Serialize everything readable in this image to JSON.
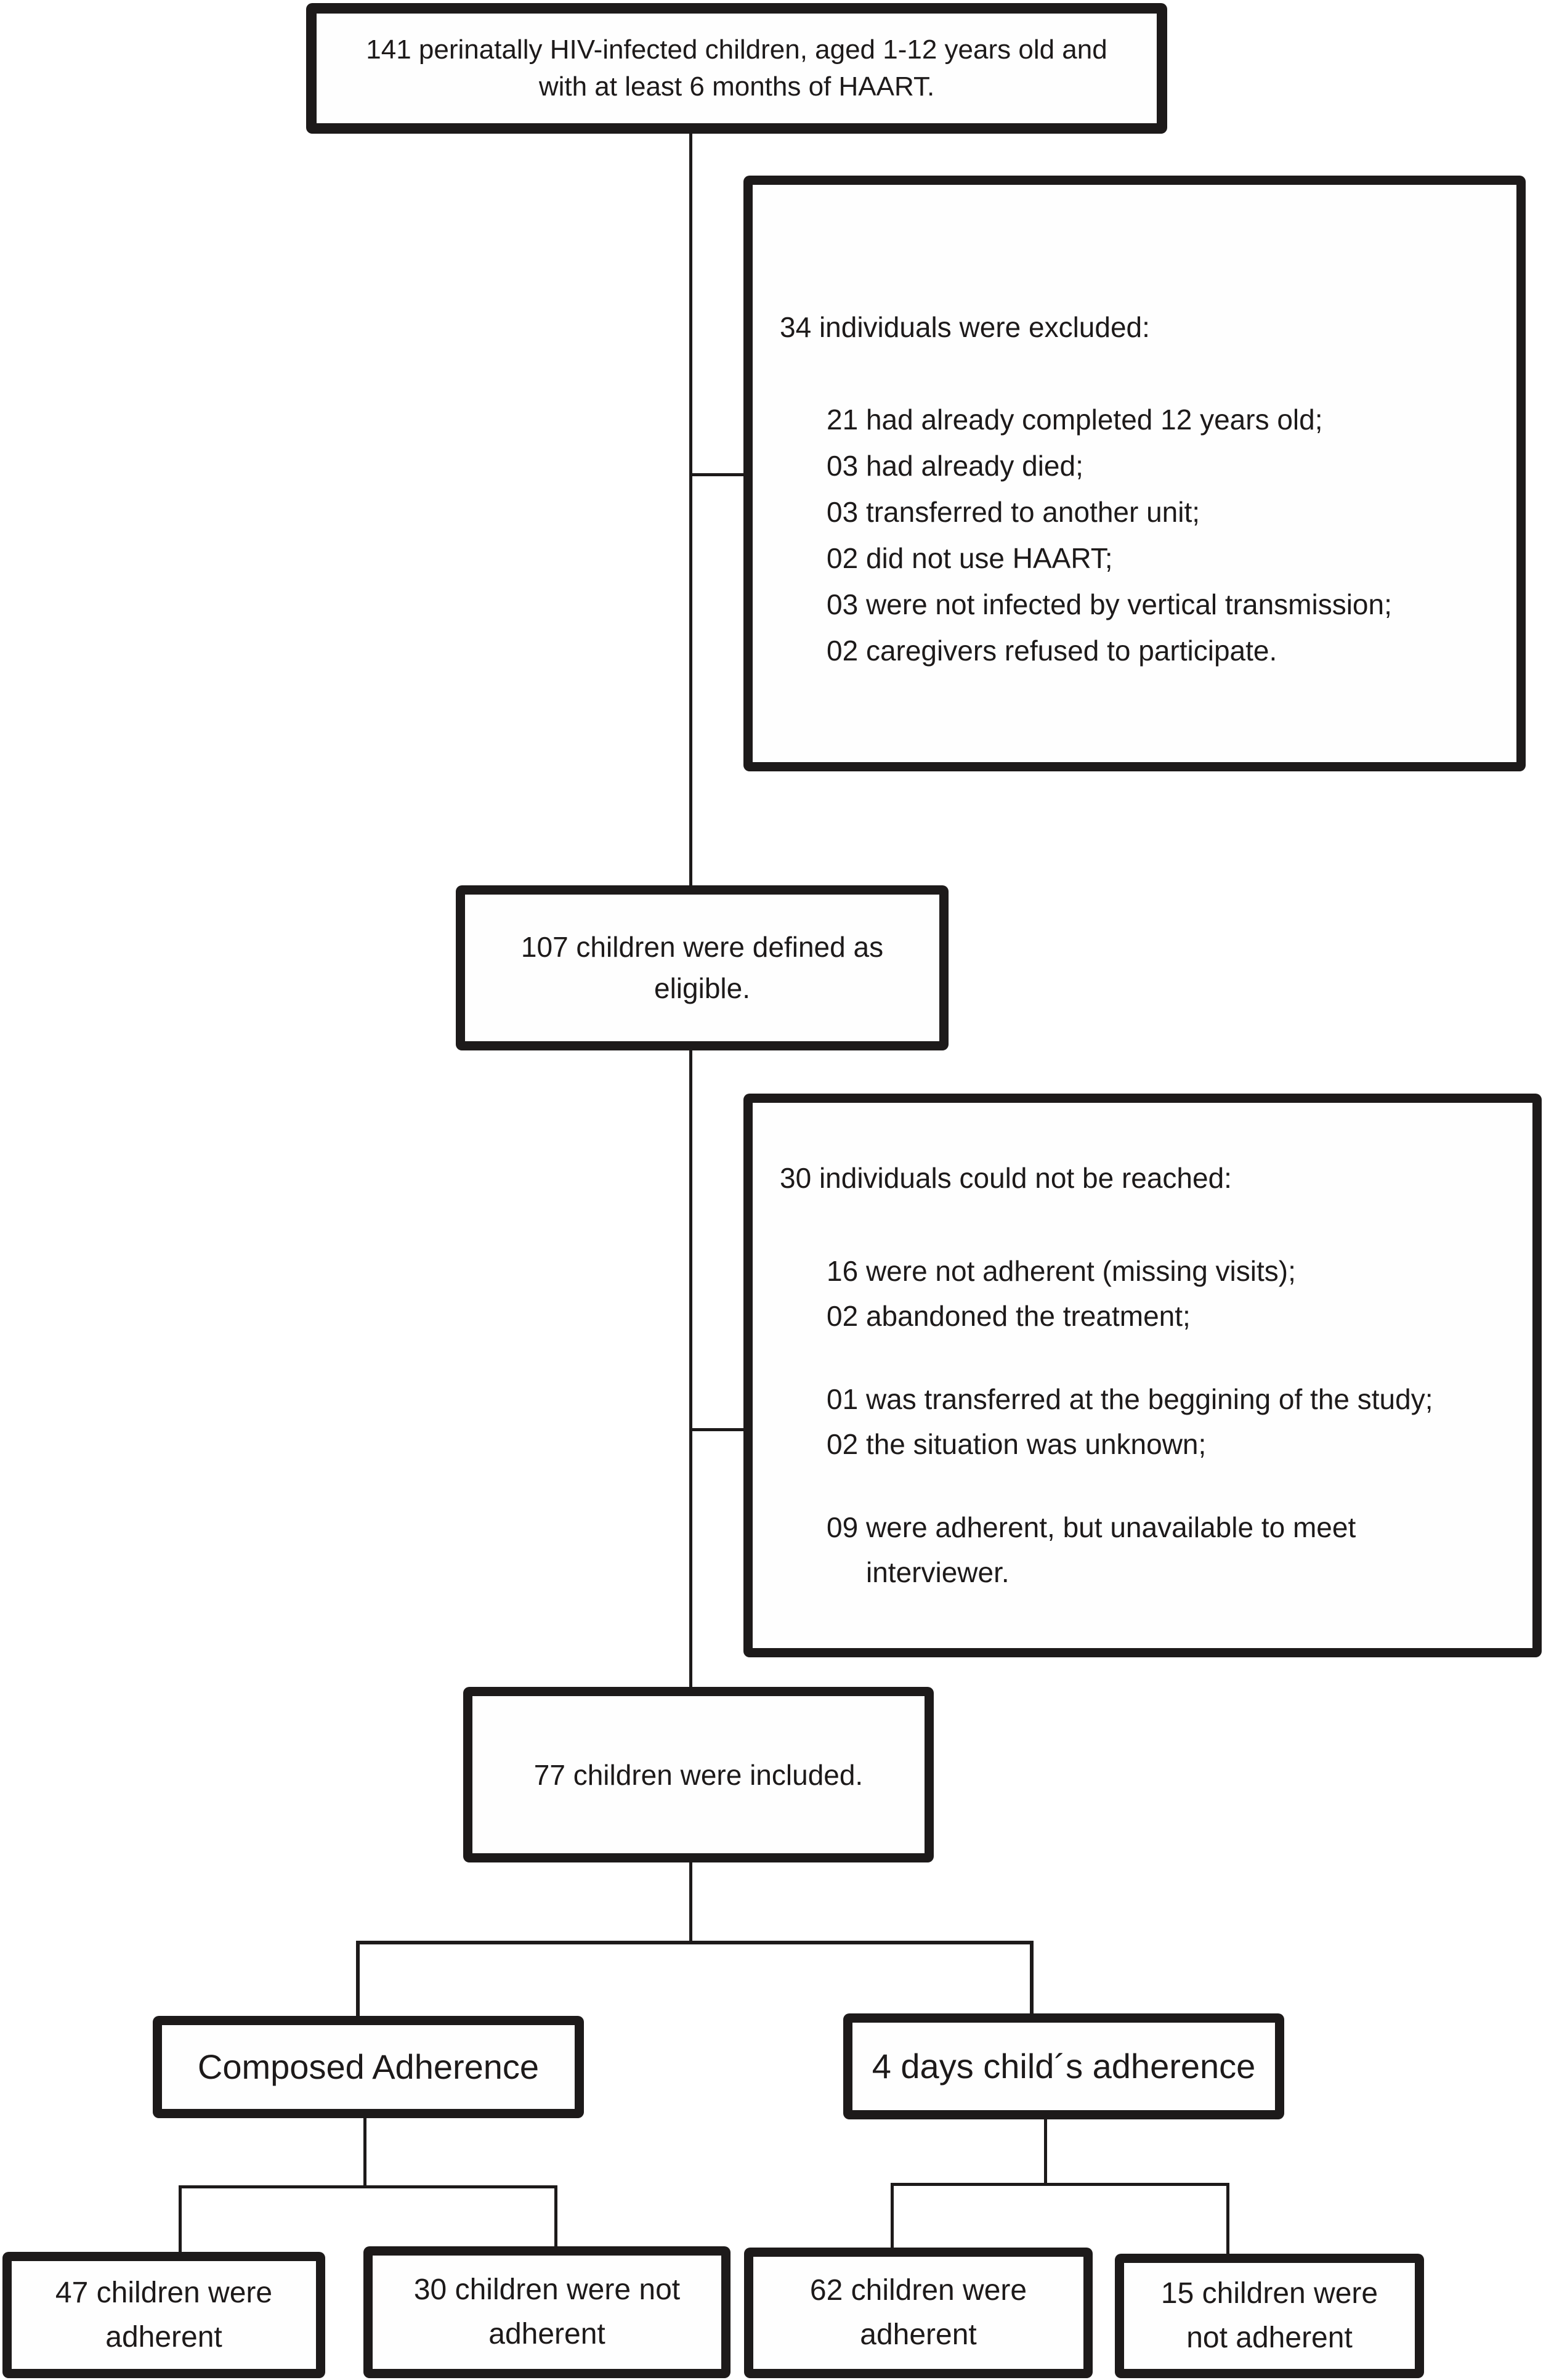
{
  "diagram": {
    "colors": {
      "ink": "#1d1a1a",
      "background": "#ffffff"
    },
    "top_box": {
      "text": "141 perinatally HIV-infected children, aged 1-12 years old and with at least 6 months of HAART."
    },
    "excluded_box": {
      "title": "34 individuals were excluded:",
      "items": [
        "21 had already completed 12 years old;",
        "03 had already died;",
        "03 transferred to another unit;",
        "02 did not use HAART;",
        "03 were not infected by vertical transmission;",
        "02 caregivers refused to participate."
      ]
    },
    "eligible_box": {
      "text": "107 children were defined as eligible."
    },
    "reached_box": {
      "title": "30 individuals could not be reached:",
      "groups": [
        [
          "16 were not adherent (missing visits);",
          "02 abandoned the treatment;"
        ],
        [
          "01 was transferred at the beggining of the study;",
          "02 the situation was unknown;"
        ],
        [
          "09 were adherent, but unavailable to meet",
          "interviewer."
        ]
      ]
    },
    "included_box": {
      "text": "77 children were included."
    },
    "branches": {
      "composed": {
        "label": "Composed Adherence"
      },
      "four_days": {
        "label": "4 days child´s adherence"
      }
    },
    "outcomes": [
      {
        "line1": "47 children were",
        "line2": "adherent"
      },
      {
        "line1": "30 children were not",
        "line2": "adherent"
      },
      {
        "line1": "62 children were",
        "line2": "adherent"
      },
      {
        "line1": "15 children were",
        "line2": "not adherent"
      }
    ]
  }
}
